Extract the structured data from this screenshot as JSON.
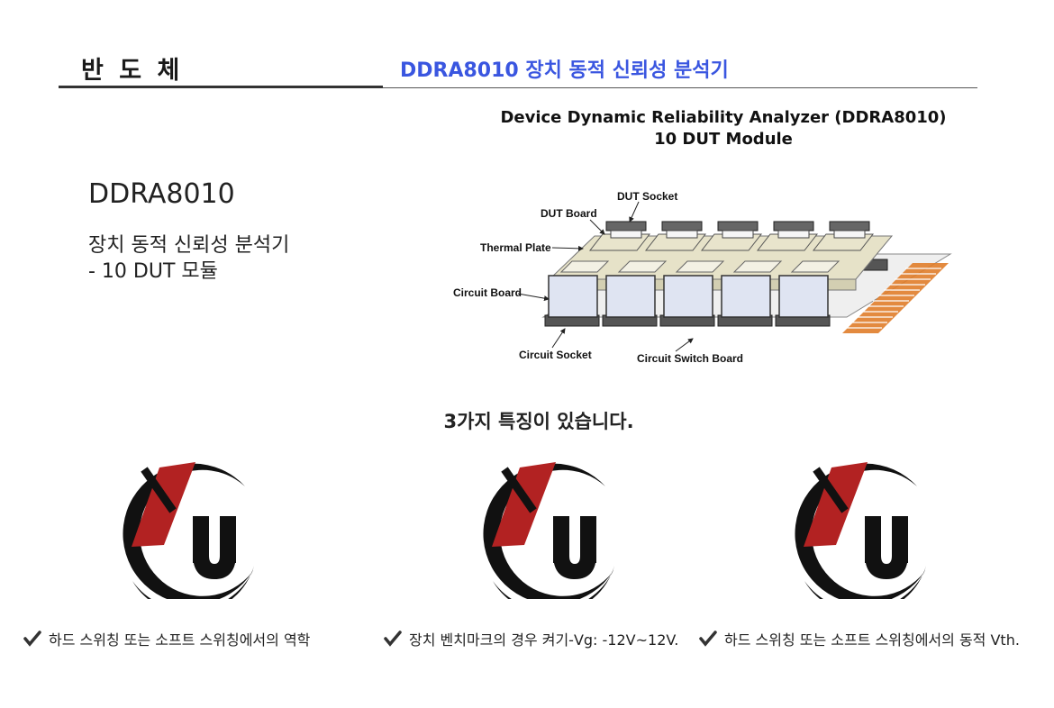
{
  "header": {
    "category": "반 도 체",
    "title": "DDRA8010 장치 동적 신뢰성 분석기"
  },
  "product": {
    "name": "DDRA8010",
    "description_line1": "장치 동적 신뢰성 분석기",
    "description_line2": "- 10 DUT 모듈"
  },
  "diagram": {
    "title_line1": "Device Dynamic Reliability Analyzer (DDRA8010)",
    "title_line2": "10 DUT Module",
    "labels": {
      "dut_socket": "DUT Socket",
      "dut_board": "DUT Board",
      "thermal_plate": "Thermal Plate",
      "circuit_board": "Circuit Board",
      "circuit_socket": "Circuit Socket",
      "circuit_switch_board": "Circuit Switch Board"
    }
  },
  "features": {
    "heading": "3가지 특징이 있습니다.",
    "items": [
      {
        "text": "하드 스위칭 또는 소프트 스위칭에서의 역학",
        "icon": "checkmark-icon"
      },
      {
        "text": "장치 벤치마크의 경우 켜기-Vg: -12V~12V.",
        "icon": "checkmark-icon"
      },
      {
        "text": "하드 스위칭 또는 소프트 스위칭에서의 동적 Vth.",
        "icon": "checkmark-icon"
      }
    ]
  },
  "colors": {
    "accent": "#3a56e0",
    "logo_red": "#b22222",
    "logo_black": "#111111"
  }
}
